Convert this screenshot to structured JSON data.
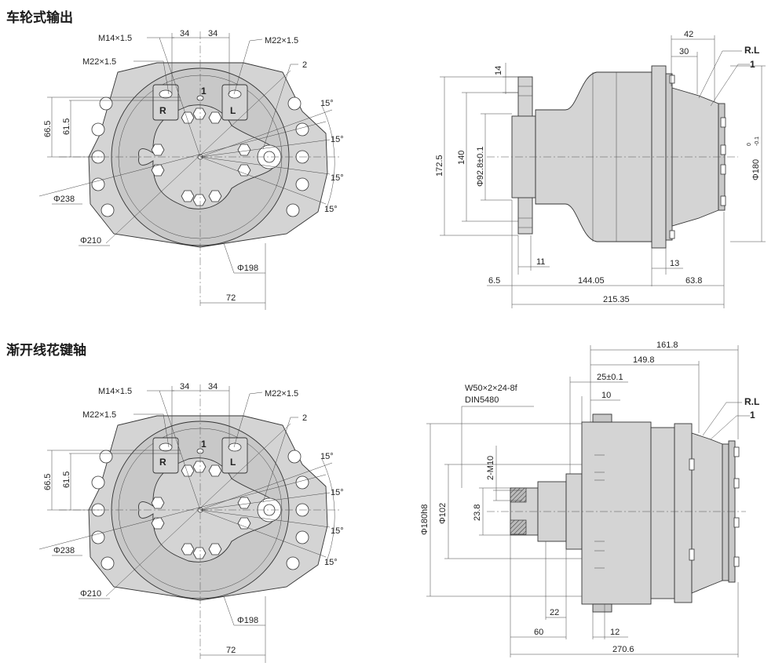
{
  "sections": [
    {
      "title": "车轮式输出"
    },
    {
      "title": "渐开线花键轴"
    }
  ],
  "front_view": {
    "labels": {
      "m14": "M14×1.5",
      "m22_left": "M22×1.5",
      "m22_right": "M22×1.5",
      "d34a": "34",
      "d34b": "34",
      "port_1": "1",
      "port_r": "R",
      "port_l": "L",
      "callout_2": "2",
      "d66_5": "66.5",
      "d61_5": "61.5",
      "phi238": "Φ238",
      "phi210": "Φ210",
      "phi198": "Φ198",
      "d72": "72",
      "ang1": "15°",
      "ang2": "15°",
      "ang3": "15°",
      "ang4": "15°"
    }
  },
  "side_view_wheel": {
    "labels": {
      "d42": "42",
      "d30": "30",
      "rl": "R.L",
      "callout_1": "1",
      "d14": "14",
      "d172_5": "172.5",
      "d140": "140",
      "phi92_8": "Φ92.8±0.1",
      "phi180": "Φ180",
      "phi180_tol_upper": "0",
      "phi180_tol_lower": "-0.1",
      "d11": "11",
      "d13": "13",
      "d6_5": "6.5",
      "d144_05": "144.05",
      "d63_8": "63.8",
      "d215_35": "215.35"
    }
  },
  "side_view_spline": {
    "labels": {
      "d161_8": "161.8",
      "d149_8": "149.8",
      "d25": "25±0.1",
      "d10": "10",
      "spline_spec": "W50×2×24-8f",
      "spline_std": "DIN5480",
      "rl": "R.L",
      "callout_1": "1",
      "m10": "2-M10",
      "phi180h8": "Φ180h8",
      "phi102": "Φ102",
      "d23_8": "23.8",
      "d22": "22",
      "d60": "60",
      "d12": "12",
      "d270_6": "270.6"
    }
  }
}
